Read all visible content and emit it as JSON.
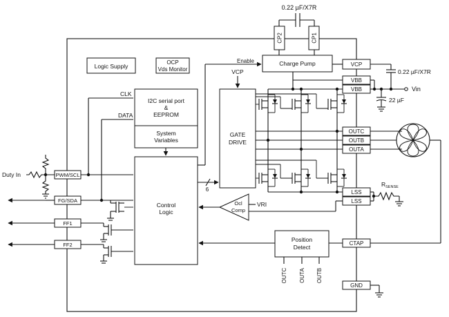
{
  "blocks": {
    "logic_supply": "Logic Supply",
    "ocp_line1": "OCP",
    "ocp_line2": "Vds Monitor",
    "i2c_line1": "I2C serial port",
    "i2c_line2": "&",
    "i2c_line3": "EEPROM",
    "sysvar_line1": "System",
    "sysvar_line2": "Variables",
    "control_line1": "Control",
    "control_line2": "Logic",
    "gate_line1": "GATE",
    "gate_line2": "DRIVE",
    "charge_pump": "Charge Pump",
    "position_line1": "Position",
    "position_line2": "Detect",
    "ocl_line1": "Ocl",
    "ocl_line2": "Comp"
  },
  "pins": {
    "vcp": "VCP",
    "vbb1": "VBB",
    "vbb2": "VBB",
    "outc": "OUTC",
    "outb": "OUTB",
    "outa": "OUTA",
    "lss1": "LSS",
    "lss2": "LSS",
    "ctap": "CTAP",
    "gnd": "GND",
    "pwm_scl": "PWM/SCL",
    "fg_sda": "FG/SDA",
    "ff1": "FF1",
    "ff2": "FF2",
    "cp1": "CP1",
    "cp2": "CP2"
  },
  "labels": {
    "cap_top": "0.22 µF/X7R",
    "cap_right": "0.22 µF/X7R",
    "cap_22": "22 µF",
    "vin": "Vin",
    "enable": "Enable",
    "vcp_top": "VCP",
    "clk": "CLK",
    "data": "DATA",
    "duty_in": "Duty In",
    "bus_width": "6",
    "vri": "VRI",
    "rsense_main": "R",
    "rsense_sub": "SENSE",
    "pd_outc": "OUTC",
    "pd_outa": "OUTA",
    "pd_outb": "OUTB"
  }
}
